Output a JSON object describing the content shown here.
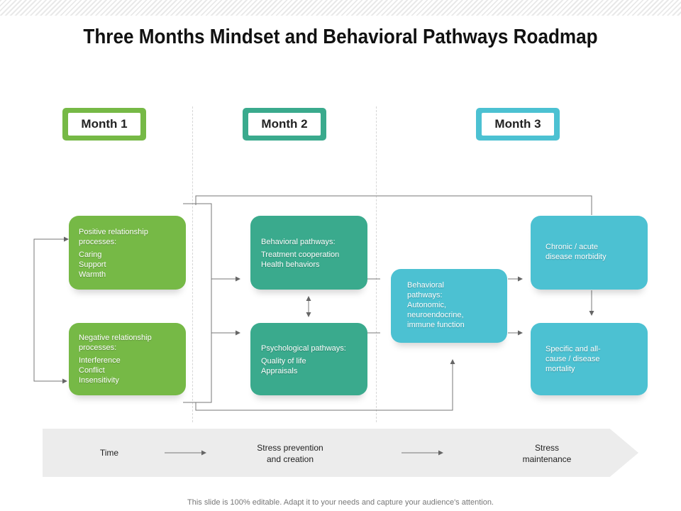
{
  "title": "Three Months Mindset and Behavioral Pathways Roadmap",
  "months": [
    {
      "label": "Month 1",
      "color": "#76b946"
    },
    {
      "label": "Month 2",
      "color": "#3aaa8d"
    },
    {
      "label": "Month 3",
      "color": "#4cc1d2"
    }
  ],
  "nodes": {
    "positive": {
      "head": "Positive relationship processes:",
      "lines": [
        "Caring",
        "Support",
        "Warmth"
      ]
    },
    "negative": {
      "head": "Negative relationship processes:",
      "lines": [
        "Interference",
        "Conflict",
        "Insensitivity"
      ]
    },
    "behavioral": {
      "head": "Behavioral pathways:",
      "lines": [
        "Treatment cooperation",
        "Health behaviors"
      ]
    },
    "psychological": {
      "head": "Psychological pathways:",
      "lines": [
        "Quality of life",
        "Appraisals"
      ]
    },
    "biological": {
      "lines": [
        "Behavioral",
        "pathways:",
        "Autonomic,",
        "neuroendocrine,",
        "immune function"
      ]
    },
    "morbidity": {
      "lines": [
        "Chronic / acute",
        "disease morbidity"
      ]
    },
    "mortality": {
      "lines": [
        "Specific and all-",
        "cause / disease",
        "mortality"
      ]
    }
  },
  "timeline": {
    "time": "Time",
    "stress_prevention": [
      "Stress prevention",
      "and creation"
    ],
    "stress_maintenance": [
      "Stress",
      "maintenance"
    ]
  },
  "footer": "This slide is 100% editable. Adapt it to your needs and capture your audience's attention."
}
